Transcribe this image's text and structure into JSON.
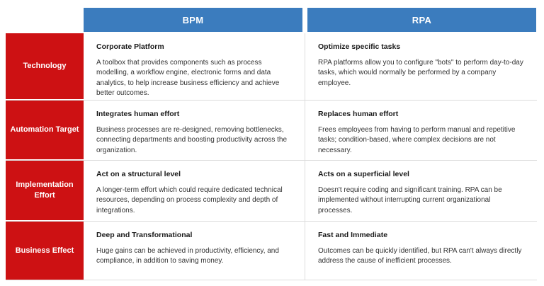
{
  "table": {
    "columns": [
      {
        "key": "label",
        "header": ""
      },
      {
        "key": "bpm",
        "header": "BPM"
      },
      {
        "key": "rpa",
        "header": "RPA"
      }
    ],
    "header_bg": "#3b7cbe",
    "label_bg": "#cd1113",
    "rows": [
      {
        "label": "Technology",
        "bpm": {
          "title": "Corporate Platform",
          "body": "A toolbox that provides components such as process modelling, a workflow engine, electronic forms and data analytics, to help increase business efficiency and achieve better outcomes."
        },
        "rpa": {
          "title": "Optimize specific tasks",
          "body": "RPA platforms allow you to configure \"bots\" to perform day-to-day tasks, which would normally be performed by a company employee."
        }
      },
      {
        "label": "Automation Target",
        "bpm": {
          "title": "Integrates human effort",
          "body": "Business processes are re-designed, removing bottlenecks, connecting departments and boosting productivity across the organization."
        },
        "rpa": {
          "title": "Replaces human effort",
          "body": "Frees employees from having to perform manual and repetitive tasks; condition-based, where complex decisions are not necessary."
        }
      },
      {
        "label": "Implementation Effort",
        "bpm": {
          "title": "Act on a structural level",
          "body": "A longer-term effort which could require dedicated technical resources, depending on process complexity and depth of integrations."
        },
        "rpa": {
          "title": "Acts on a superficial level",
          "body": "Doesn't require coding and significant training. RPA can be implemented without interrupting current organizational processes."
        }
      },
      {
        "label": "Business Effect",
        "bpm": {
          "title": "Deep and Transformational",
          "body": "Huge gains can be achieved in productivity, efficiency, and compliance, in addition to saving money."
        },
        "rpa": {
          "title": "Fast and Immediate",
          "body": "Outcomes can be quickly identified, but RPA can't always directly address the cause of inefficient processes."
        }
      }
    ]
  }
}
